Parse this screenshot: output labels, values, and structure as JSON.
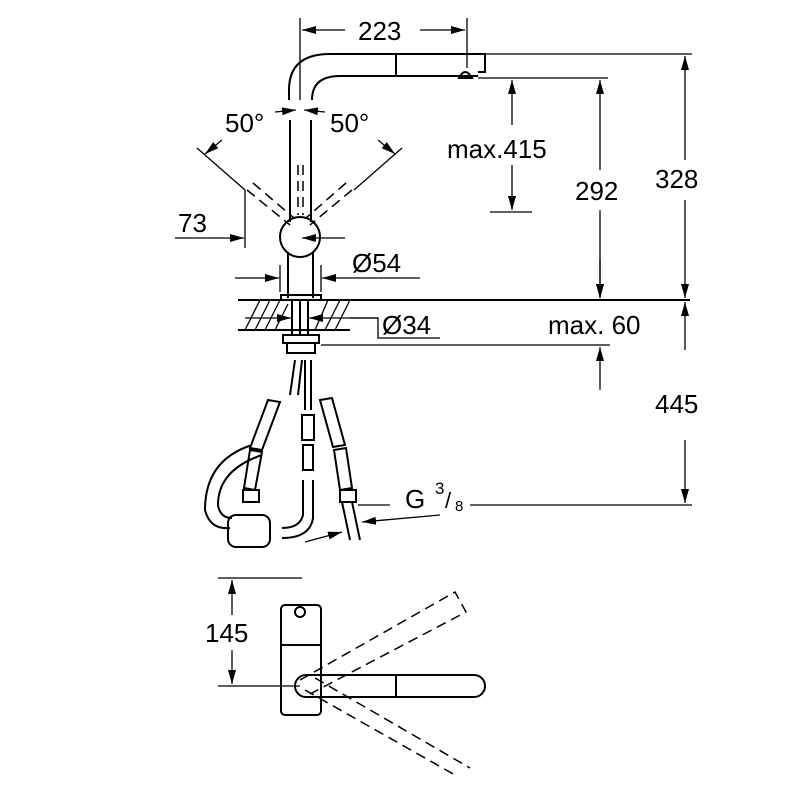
{
  "drawing": {
    "spout_reach": "223",
    "swivel_left": "50°",
    "swivel_right": "50°",
    "max_spout_height": "max.415",
    "outlet_height": "292",
    "total_height": "328",
    "lever_offset": "73",
    "base_diameter": "Ø54",
    "hole_diameter": "Ø34",
    "max_deck_thickness": "max. 60",
    "below_deck_length": "445",
    "connection_g": "G",
    "connection_num": "3",
    "connection_den": "8",
    "plan_depth": "145"
  }
}
